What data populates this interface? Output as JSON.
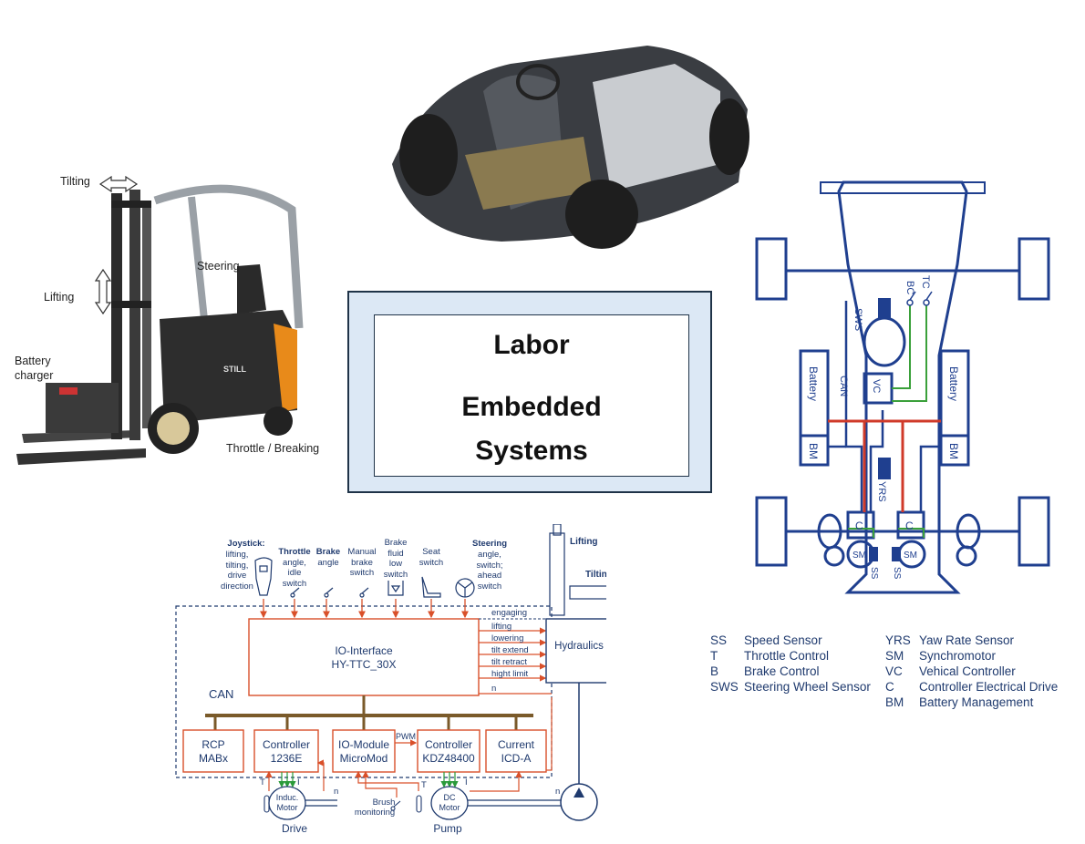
{
  "title": {
    "line1": "Labor",
    "line2": "Embedded",
    "line3": "Systems"
  },
  "forklift": {
    "labels": {
      "tilting": "Tilting",
      "steering": "Steering",
      "lifting": "Lifting",
      "battery": "Battery",
      "charger": "charger",
      "throttle": "Throttle / Breaking"
    },
    "body_text": "STILL",
    "body_color": "#e88a1a"
  },
  "car": {
    "battery_left": "Battery",
    "battery_right": "Battery",
    "bm_left": "BM",
    "bm_right": "BM",
    "sws": "SWS",
    "bc": "BC",
    "tc": "TC",
    "can": "CAN",
    "vc": "VC",
    "yrs": "YRS",
    "c": "C",
    "sm": "SM",
    "ss": "SS",
    "colors": {
      "frame": "#1f3f8f",
      "power": "#d03a2a",
      "signal": "#3aa03a"
    }
  },
  "legend": {
    "left": [
      {
        "abbr": "SS",
        "text": "Speed Sensor"
      },
      {
        "abbr": "T",
        "text": "Throttle Control"
      },
      {
        "abbr": "B",
        "text": "Brake Control"
      },
      {
        "abbr": "SWS",
        "text": "Steering Wheel Sensor"
      }
    ],
    "right": [
      {
        "abbr": "YRS",
        "text": "Yaw Rate Sensor"
      },
      {
        "abbr": "SM",
        "text": "Synchromotor"
      },
      {
        "abbr": "VC",
        "text": "Vehical Controller"
      },
      {
        "abbr": "C",
        "text": "Controller Electrical Drive"
      },
      {
        "abbr": "BM",
        "text": "Battery Management"
      }
    ]
  },
  "schematic": {
    "joystick": {
      "title": "Joystick:",
      "l1": "lifting,",
      "l2": "tilting,",
      "l3": "drive",
      "l4": "direction"
    },
    "throttle": {
      "title": "Throttle",
      "l1": "angle,",
      "l2": "idle",
      "l3": "switch"
    },
    "brake": {
      "title": "Brake",
      "l1": "angle"
    },
    "manual": {
      "l1": "Manual",
      "l2": "brake",
      "l3": "switch"
    },
    "fluid": {
      "l1": "Brake",
      "l2": "fluid",
      "l3": "low",
      "l4": "switch"
    },
    "seat": {
      "l1": "Seat",
      "l2": "switch"
    },
    "steering": {
      "title": "Steering",
      "l1": "angle,",
      "l2": "switch;",
      "l3": "ahead",
      "l4": "switch"
    },
    "io_interface": {
      "l1": "IO-Interface",
      "l2": "HY-TTC_30X"
    },
    "hydraulics": "Hydraulics",
    "lifting": "Lifting",
    "tilting": "Tilting",
    "signals": [
      "engaging",
      "lifting",
      "lowering",
      "tilt extend",
      "tilt retract",
      "hight limit",
      "n"
    ],
    "can": "CAN",
    "modules": [
      {
        "l1": "RCP",
        "l2": "MABx"
      },
      {
        "l1": "Controller",
        "l2": "1236E"
      },
      {
        "l1": "IO-Module",
        "l2": "MicroMod"
      },
      {
        "l1": "Controller",
        "l2": "KDZ48400"
      },
      {
        "l1": "Current",
        "l2": "ICD-A"
      }
    ],
    "pwm": "PWM",
    "t1": "T",
    "i1": "I",
    "n1": "n",
    "t2": "T",
    "i2": "I",
    "n2": "n",
    "induc": {
      "l1": "Induc.",
      "l2": "Motor"
    },
    "dc": {
      "l1": "DC",
      "l2": "Motor"
    },
    "drive": "Drive",
    "pump": "Pump",
    "brush": {
      "l1": "Brush",
      "l2": "monitoring"
    },
    "colors": {
      "box": "#d9502a",
      "text": "#1f3a6e",
      "bus": "#7a5a2a",
      "green": "#2a9a3a",
      "dash": "#1f3a6e"
    }
  }
}
